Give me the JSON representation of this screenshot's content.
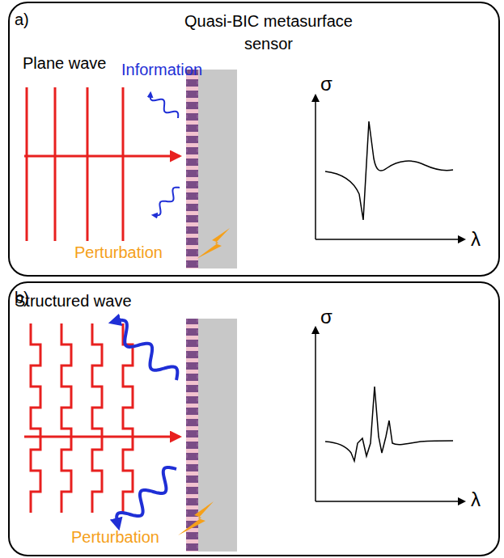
{
  "diagram": {
    "nodes": [
      {
        "text": [
          "a)",
          "Quasi-BIC metasurface sensor"
        ]
      },
      {
        "text": [
          "b)"
        ]
      }
    ],
    "labels": [
      "Plane wave",
      "Information",
      "Perturbation",
      "σ",
      "λ",
      "Structured wave",
      "Perturbation",
      "σ",
      "λ"
    ]
  }
}
